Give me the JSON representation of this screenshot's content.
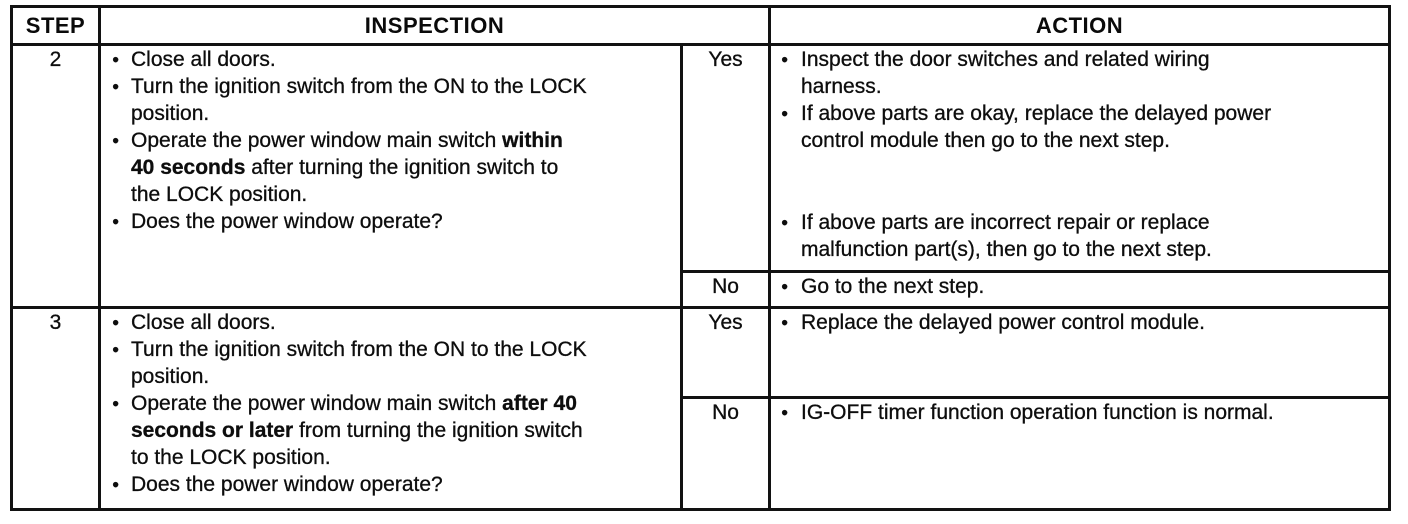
{
  "table": {
    "headers": {
      "step": "STEP",
      "inspection": "INSPECTION",
      "action": "ACTION"
    },
    "rows": [
      {
        "step": "2",
        "inspection": [
          {
            "segments": [
              {
                "text": "Close all doors."
              }
            ]
          },
          {
            "segments": [
              {
                "text": "Turn the ignition switch from the ON to the LOCK\nposition."
              }
            ]
          },
          {
            "segments": [
              {
                "text": "Operate the power window main switch "
              },
              {
                "text": "within\n40 seconds",
                "bold": true
              },
              {
                "text": " after turning the ignition switch to\nthe LOCK position."
              }
            ]
          },
          {
            "segments": [
              {
                "text": "Does the power window operate?"
              }
            ]
          }
        ],
        "branches": [
          {
            "answer": "Yes",
            "actions": [
              {
                "segments": [
                  {
                    "text": "Inspect the door switches and related wiring\nharness."
                  }
                ]
              },
              {
                "segments": [
                  {
                    "text": "If above parts are okay, replace the delayed power\ncontrol module then go to the next step."
                  }
                ]
              },
              {
                "gap_before": true,
                "segments": [
                  {
                    "text": "If above parts are incorrect repair or replace\nmalfunction part(s), then go to the next step."
                  }
                ]
              }
            ]
          },
          {
            "answer": "No",
            "actions": [
              {
                "segments": [
                  {
                    "text": "Go to the next step."
                  }
                ]
              }
            ]
          }
        ]
      },
      {
        "step": "3",
        "inspection": [
          {
            "segments": [
              {
                "text": "Close all doors."
              }
            ]
          },
          {
            "segments": [
              {
                "text": "Turn the ignition switch from the ON to the LOCK\nposition."
              }
            ]
          },
          {
            "segments": [
              {
                "text": "Operate the power window main switch "
              },
              {
                "text": "after 40\nseconds or later",
                "bold": true
              },
              {
                "text": " from turning the ignition switch\nto the LOCK position."
              }
            ]
          },
          {
            "segments": [
              {
                "text": "Does the power window operate?"
              }
            ]
          }
        ],
        "branches": [
          {
            "answer": "Yes",
            "actions": [
              {
                "segments": [
                  {
                    "text": "Replace the delayed power control module."
                  }
                ]
              }
            ]
          },
          {
            "answer": "No",
            "actions": [
              {
                "segments": [
                  {
                    "text": "IG-OFF timer function operation function is normal."
                  }
                ]
              }
            ]
          }
        ]
      }
    ]
  }
}
